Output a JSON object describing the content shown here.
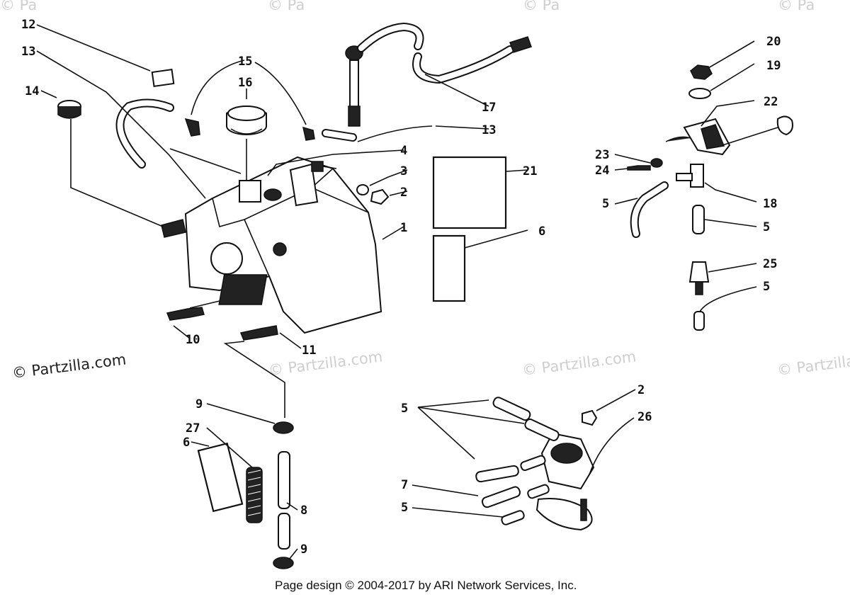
{
  "watermarks": {
    "main": "© Partzilla.com",
    "faint": "© Partzilla.com"
  },
  "footer": {
    "text": "Page design © 2004-2017 by ARI Network Services, Inc."
  },
  "callouts": [
    {
      "id": "c12",
      "text": "12"
    },
    {
      "id": "c13a",
      "text": "13"
    },
    {
      "id": "c14",
      "text": "14"
    },
    {
      "id": "c15",
      "text": "15"
    },
    {
      "id": "c16",
      "text": "16"
    },
    {
      "id": "c17",
      "text": "17"
    },
    {
      "id": "c13b",
      "text": "13"
    },
    {
      "id": "c4",
      "text": "4"
    },
    {
      "id": "c3",
      "text": "3"
    },
    {
      "id": "c2a",
      "text": "2"
    },
    {
      "id": "c21",
      "text": "21"
    },
    {
      "id": "c1",
      "text": "1"
    },
    {
      "id": "c6a",
      "text": "6"
    },
    {
      "id": "c10",
      "text": "10"
    },
    {
      "id": "c11",
      "text": "11"
    },
    {
      "id": "c20",
      "text": "20"
    },
    {
      "id": "c19",
      "text": "19"
    },
    {
      "id": "c22",
      "text": "22"
    },
    {
      "id": "c23",
      "text": "23"
    },
    {
      "id": "c24",
      "text": "24"
    },
    {
      "id": "c5a",
      "text": "5"
    },
    {
      "id": "c18",
      "text": "18"
    },
    {
      "id": "c5b",
      "text": "5"
    },
    {
      "id": "c25",
      "text": "25"
    },
    {
      "id": "c5c",
      "text": "5"
    },
    {
      "id": "c9a",
      "text": "9"
    },
    {
      "id": "c27",
      "text": "27"
    },
    {
      "id": "c6b",
      "text": "6"
    },
    {
      "id": "c8",
      "text": "8"
    },
    {
      "id": "c9b",
      "text": "9"
    },
    {
      "id": "c5d",
      "text": "5"
    },
    {
      "id": "c2b",
      "text": "2"
    },
    {
      "id": "c26",
      "text": "26"
    },
    {
      "id": "c7",
      "text": "7"
    },
    {
      "id": "c5e",
      "text": "5"
    }
  ]
}
